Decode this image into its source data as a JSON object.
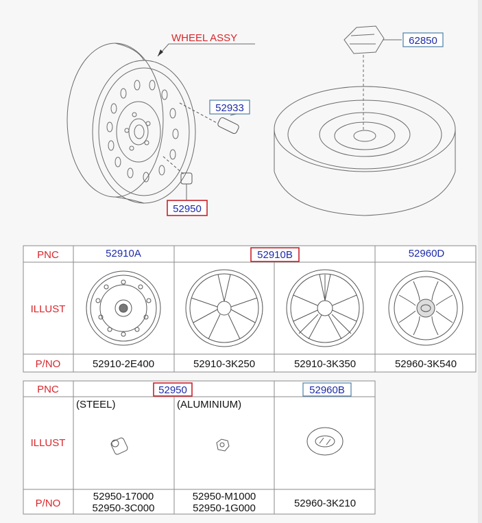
{
  "callouts": {
    "wheel_assy": "WHEEL ASSY",
    "c52933": "52933",
    "c52950": "52950",
    "c62850": "62850"
  },
  "table1": {
    "pnc_label": "PNC",
    "illust_label": "ILLUST",
    "pno_label": "P/NO",
    "col1_pnc": "52910A",
    "col23_pnc": "52910B",
    "col4_pnc": "52960D",
    "pno": [
      "52910-2E400",
      "52910-3K250",
      "52910-3K350",
      "52960-3K540"
    ]
  },
  "table2": {
    "pnc_label": "PNC",
    "illust_label": "ILLUST",
    "pno_label": "P/NO",
    "col12_pnc": "52950",
    "col3_pnc": "52960B",
    "steel": "(STEEL)",
    "aluminium": "(ALUMINIUM)",
    "pno_col1": [
      "52950-17000",
      "52950-3C000"
    ],
    "pno_col2": [
      "52950-M1000",
      "52950-1G000"
    ],
    "pno_col3": "52960-3K210"
  },
  "colors": {
    "red_text": "#d8262b",
    "blue_text": "#1b2aa8",
    "red_box": "#c8202a",
    "blue_box": "#4a7fa6",
    "line": "#6a6a6a",
    "grid": "#8a8a8a"
  }
}
